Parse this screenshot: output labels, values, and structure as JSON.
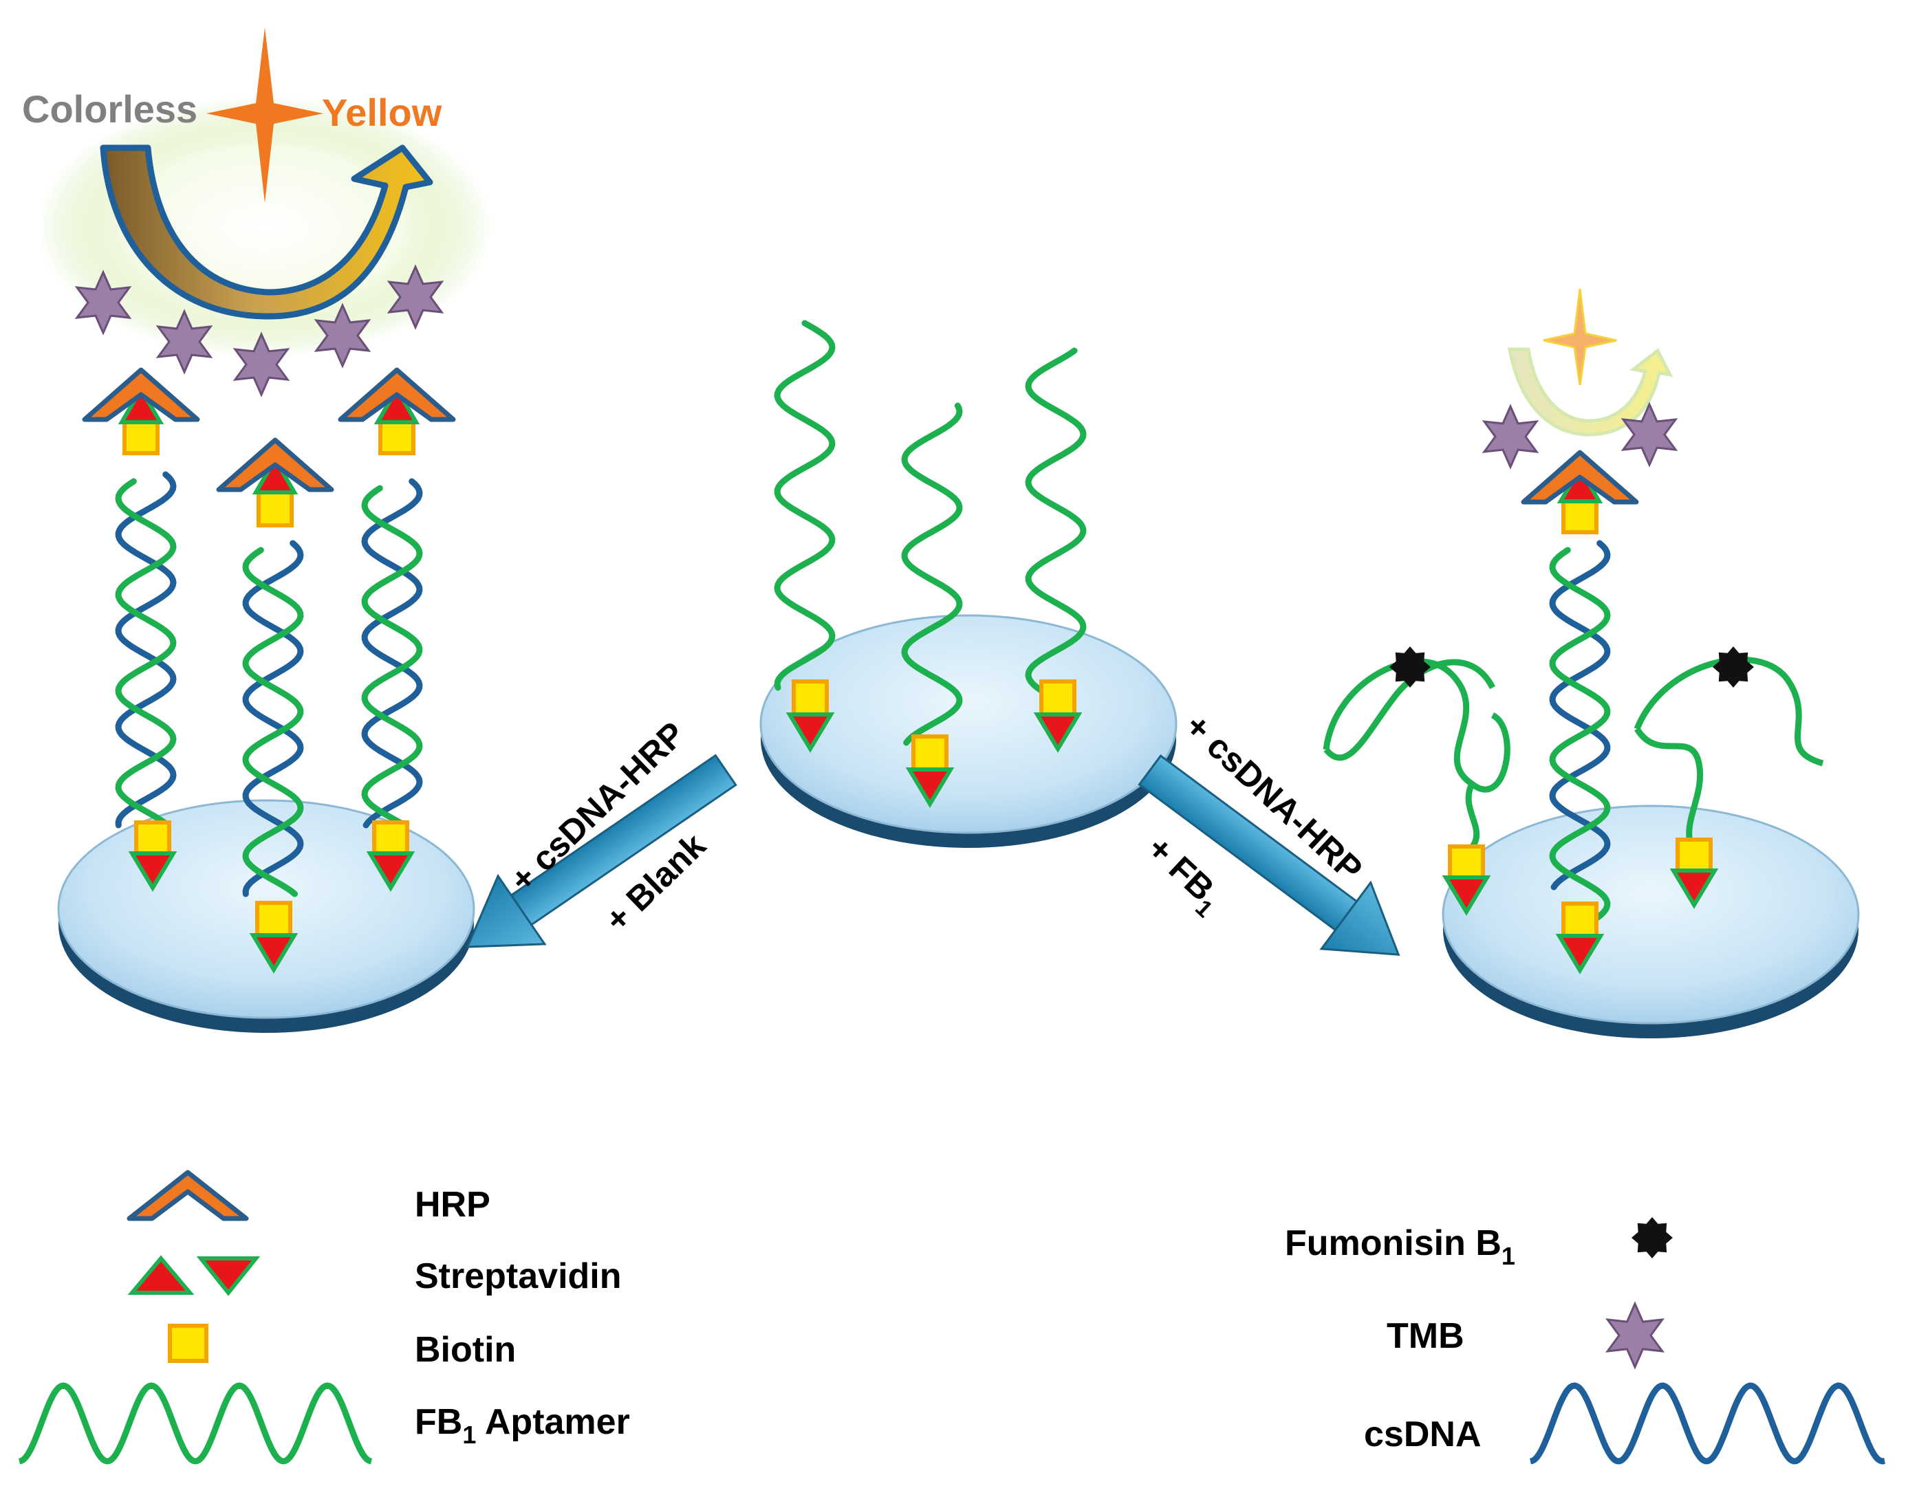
{
  "color_change": {
    "from_label": "Colorless",
    "to_label": "Yellow",
    "from_color": "#808080",
    "to_color": "#F07820"
  },
  "arrows": {
    "left_line1": "+ csDNA-HRP",
    "left_line2": "+ Blank",
    "right_line1": "+ csDNA-HRP",
    "right_line2_main": "+ FB",
    "right_line2_sub": "1"
  },
  "legend": {
    "hrp": "HRP",
    "streptavidin": "Streptavidin",
    "biotin": "Biotin",
    "aptamer_main": "FB",
    "aptamer_sub": "1",
    "aptamer_rest": " Aptamer",
    "fumonisin_main": "Fumonisin B",
    "fumonisin_sub": "1",
    "tmb": "TMB",
    "csdna": "csDNA"
  },
  "colors": {
    "aptamer": "#1DB04E",
    "csdna": "#1F5F9A",
    "hrp_fill": "#F07820",
    "hrp_stroke": "#2A5C8C",
    "streptavidin_fill": "#E8151B",
    "streptavidin_stroke": "#1DB04E",
    "biotin_fill": "#FFE600",
    "biotin_stroke": "#F5A300",
    "tmb": "#9A7FA6",
    "fumonisin": "#111111",
    "disk_fill": "#CFE7F6",
    "disk_edge": "#1A4A6E",
    "flow_arrow": "#2A8DB8"
  }
}
